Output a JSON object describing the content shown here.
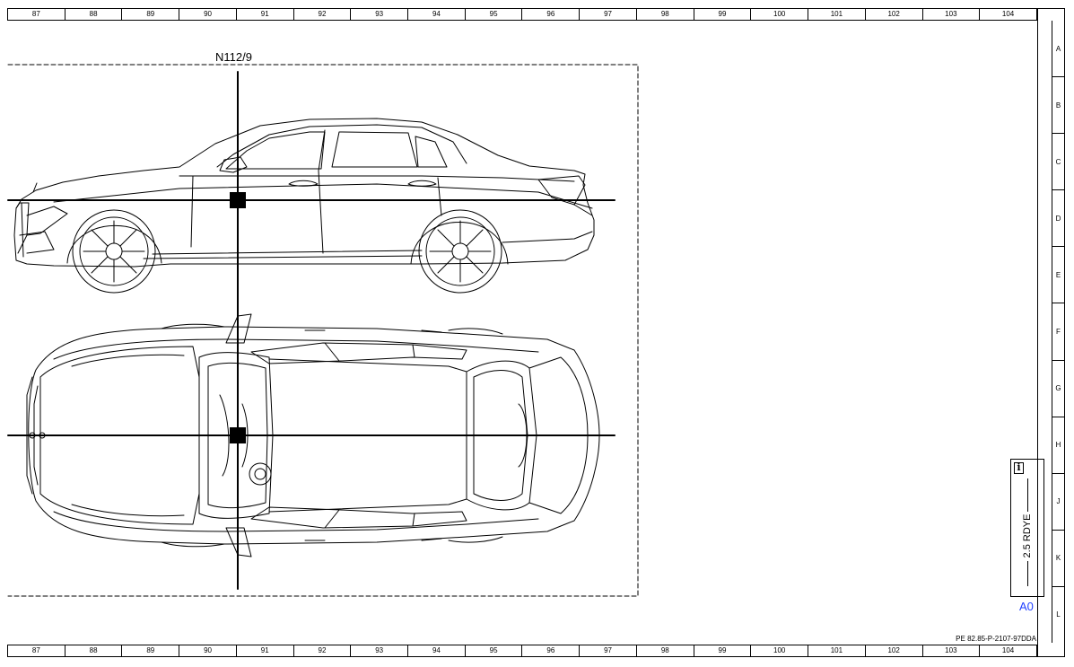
{
  "ruler": {
    "columns": [
      "87",
      "88",
      "89",
      "90",
      "91",
      "92",
      "93",
      "94",
      "95",
      "96",
      "97",
      "98",
      "99",
      "100",
      "101",
      "102",
      "103",
      "104"
    ]
  },
  "rows": [
    "A",
    "B",
    "C",
    "D",
    "E",
    "F",
    "G",
    "H",
    "J",
    "K",
    "L"
  ],
  "component_label": "N112/9",
  "document_reference": "PE 82.85-P-2107-97DDA",
  "info_box": {
    "icon": "info-icon",
    "icon_glyph": "i",
    "wire_spec": "2.5 RDYE"
  },
  "sheet_size": "A0",
  "colors": {
    "line": "#000000",
    "sheet_size": "#1f3fff"
  }
}
